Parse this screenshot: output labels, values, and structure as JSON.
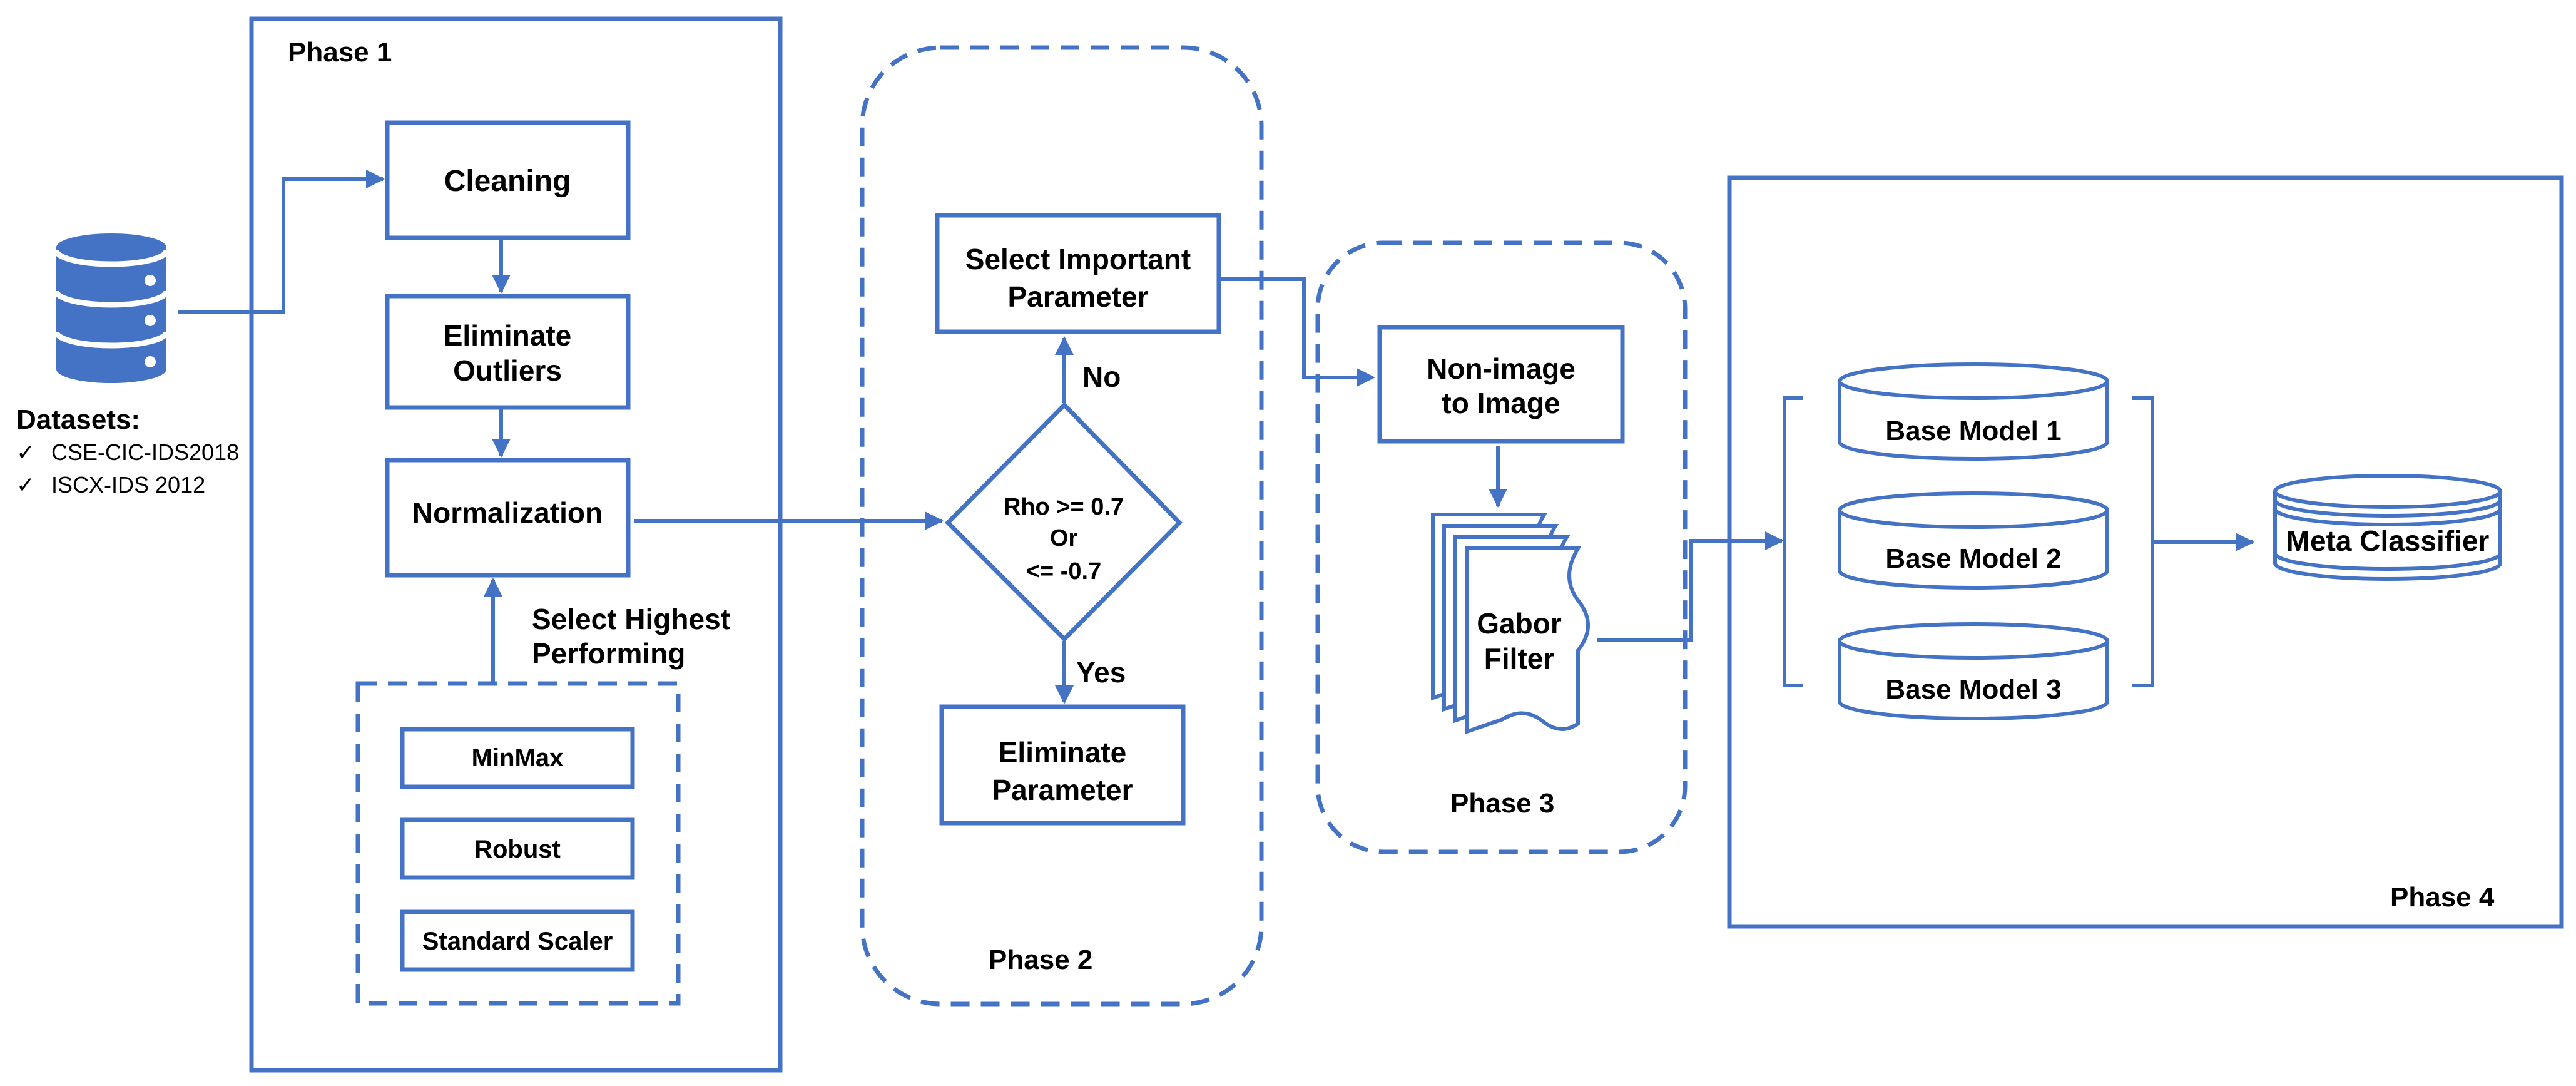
{
  "colors": {
    "accent": "#4472C4",
    "text": "#000000",
    "background": "#FFFFFF"
  },
  "datasets": {
    "title": "Datasets:",
    "check_mark": "✓",
    "items": [
      "CSE-CIC-IDS2018",
      "ISCX-IDS  2012"
    ],
    "icon": "database-icon"
  },
  "phases": {
    "phase1": "Phase 1",
    "phase2": "Phase 2",
    "phase3": "Phase 3",
    "phase4": "Phase 4"
  },
  "phase1": {
    "cleaning": "Cleaning",
    "eliminate_outliers": [
      "Eliminate",
      "Outliers"
    ],
    "normalization": "Normalization",
    "select_highest": [
      "Select Highest",
      "Performing"
    ],
    "scalers": [
      "MinMax",
      "Robust",
      "Standard Scaler"
    ]
  },
  "phase2": {
    "select_important": [
      "Select Important",
      "Parameter"
    ],
    "decision": [
      "Rho  >= 0.7",
      "Or",
      "<= -0.7"
    ],
    "no_label": "No",
    "yes_label": "Yes",
    "eliminate_parameter": [
      "Eliminate",
      "Parameter"
    ]
  },
  "phase3": {
    "non_image": [
      "Non-image",
      "to Image"
    ],
    "gabor": [
      "Gabor",
      "Filter"
    ]
  },
  "phase4": {
    "base_models": [
      "Base Model 1",
      "Base Model 2",
      "Base Model 3"
    ],
    "meta_classifier": "Meta Classifier"
  }
}
